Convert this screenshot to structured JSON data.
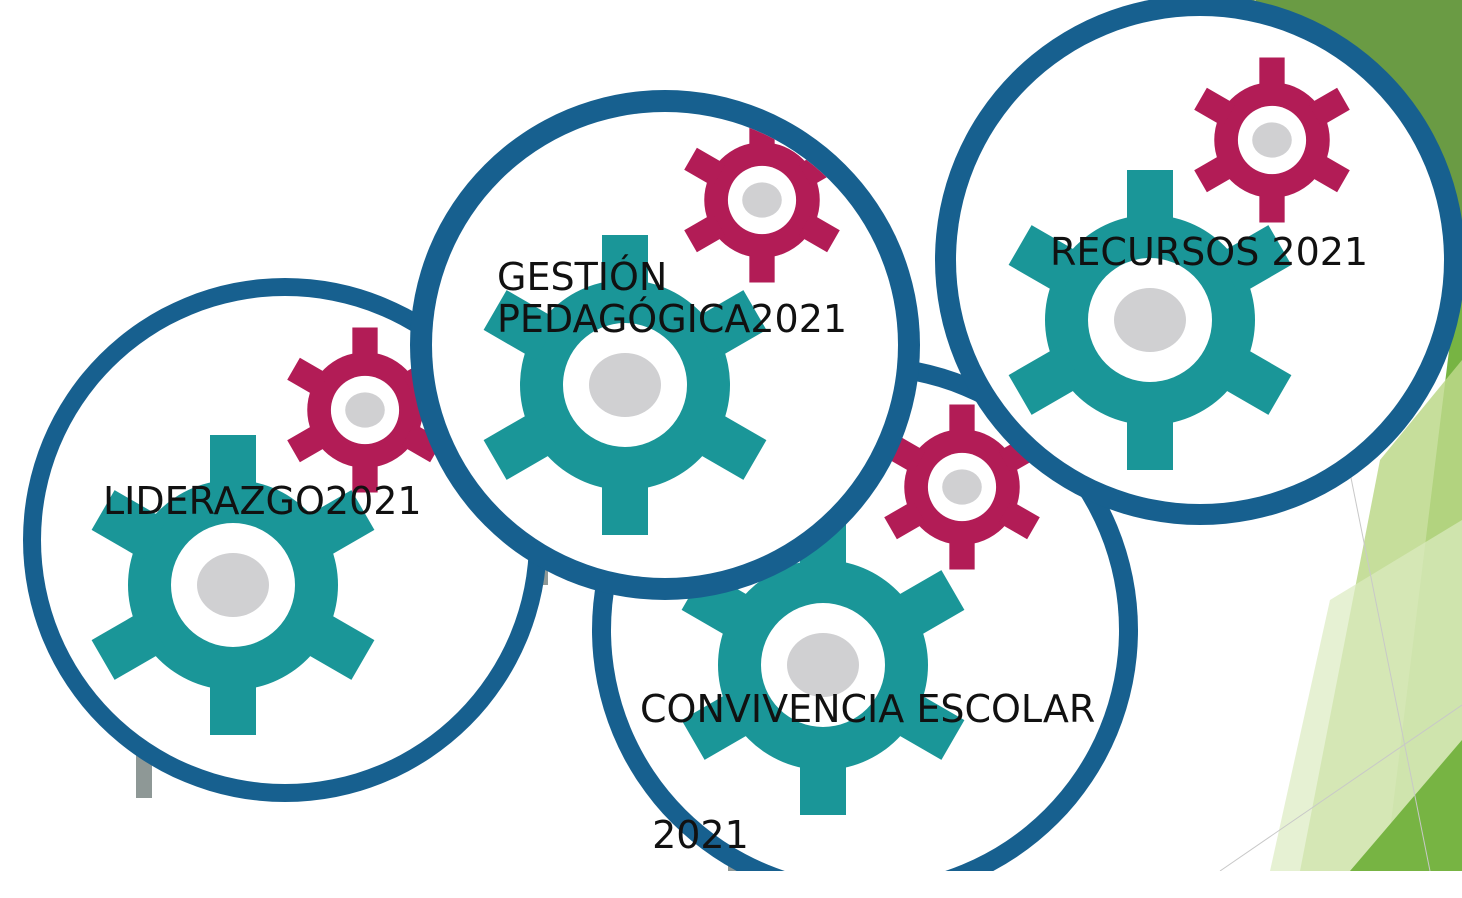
{
  "slide": {
    "colors": {
      "ring": "#17608f",
      "gear_large": "#1a9698",
      "gear_small": "#b21c56",
      "hub": "#d0d0d2",
      "post": "#8e9896",
      "accent_dark": "#6a9b44",
      "accent_mid": "#77b443",
      "accent_light": "#bcd88a",
      "accent_pale": "#dcebc0"
    },
    "gears": [
      {
        "name": "liderazgo",
        "lines": [
          "LIDERAZGO2021"
        ]
      },
      {
        "name": "gestion-pedagogica",
        "lines": [
          "GESTIÓN",
          "PEDAGÓGICA2021"
        ]
      },
      {
        "name": "convivencia-escolar",
        "lines": [
          "CONVIVENCIA ESCOLAR",
          " 2021"
        ]
      },
      {
        "name": "recursos",
        "lines": [
          "RECURSOS 2021"
        ]
      }
    ]
  }
}
